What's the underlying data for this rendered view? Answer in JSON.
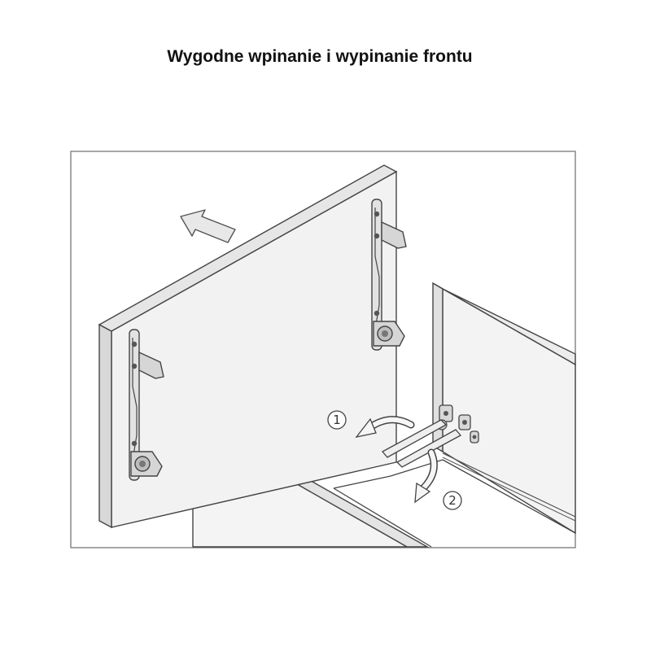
{
  "title": "Wygodne wpinanie i wypinanie frontu",
  "steps": [
    {
      "number": "1"
    },
    {
      "number": "2"
    }
  ],
  "icons": [
    "direction-arrow-icon",
    "rotate-arrow-icon",
    "step-1-marker-icon",
    "step-2-marker-icon"
  ]
}
